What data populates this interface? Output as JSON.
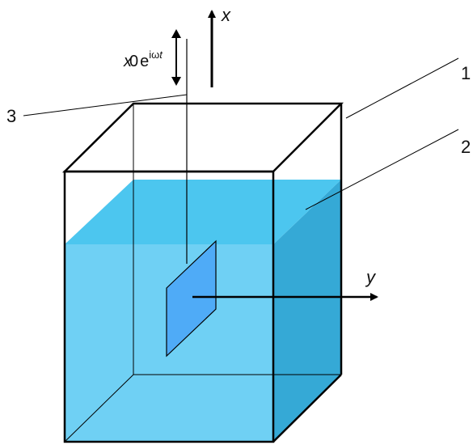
{
  "diagram": {
    "labels": {
      "callout_1": "1",
      "callout_2": "2",
      "callout_3": "3",
      "axis_x": "x",
      "axis_y": "y"
    },
    "formula": {
      "base_var": "x",
      "subscript": "0",
      "base_e": "e",
      "exponent_i": "i",
      "exponent_omega": "ω",
      "exponent_t": "t"
    },
    "colors": {
      "water_front": "#6fd0f4",
      "water_top": "#4cc6ef",
      "water_side": "#35a9d6",
      "plate": "#4fabf7",
      "outline": "#000000"
    }
  }
}
